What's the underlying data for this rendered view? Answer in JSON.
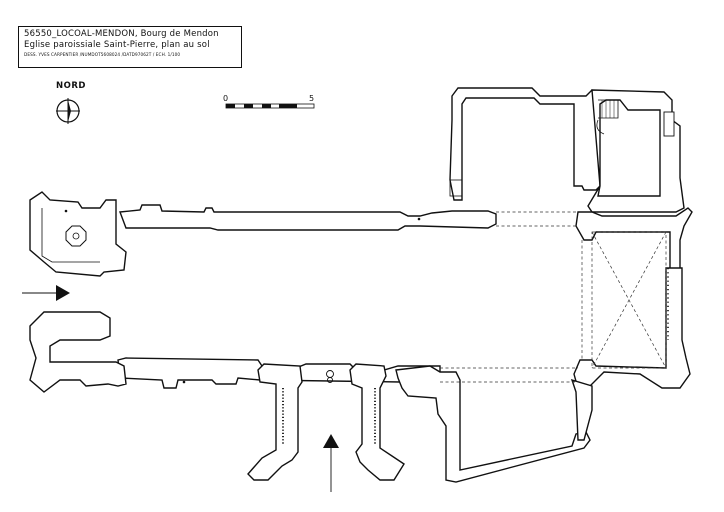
{
  "title_block": {
    "line1": "56550_LOCOAL-MENDON, Bourg de Mendon",
    "line2": "Eglise paroissiale  Saint-Pierre, plan au sol",
    "line3": "DESS. YVES CARPENTIER /NUMDOT5608024 /DATD97062T / ECH. 1/100"
  },
  "north": {
    "label": "NORD"
  },
  "scale_bar": {
    "start_label": "0",
    "end_label": "5"
  }
}
